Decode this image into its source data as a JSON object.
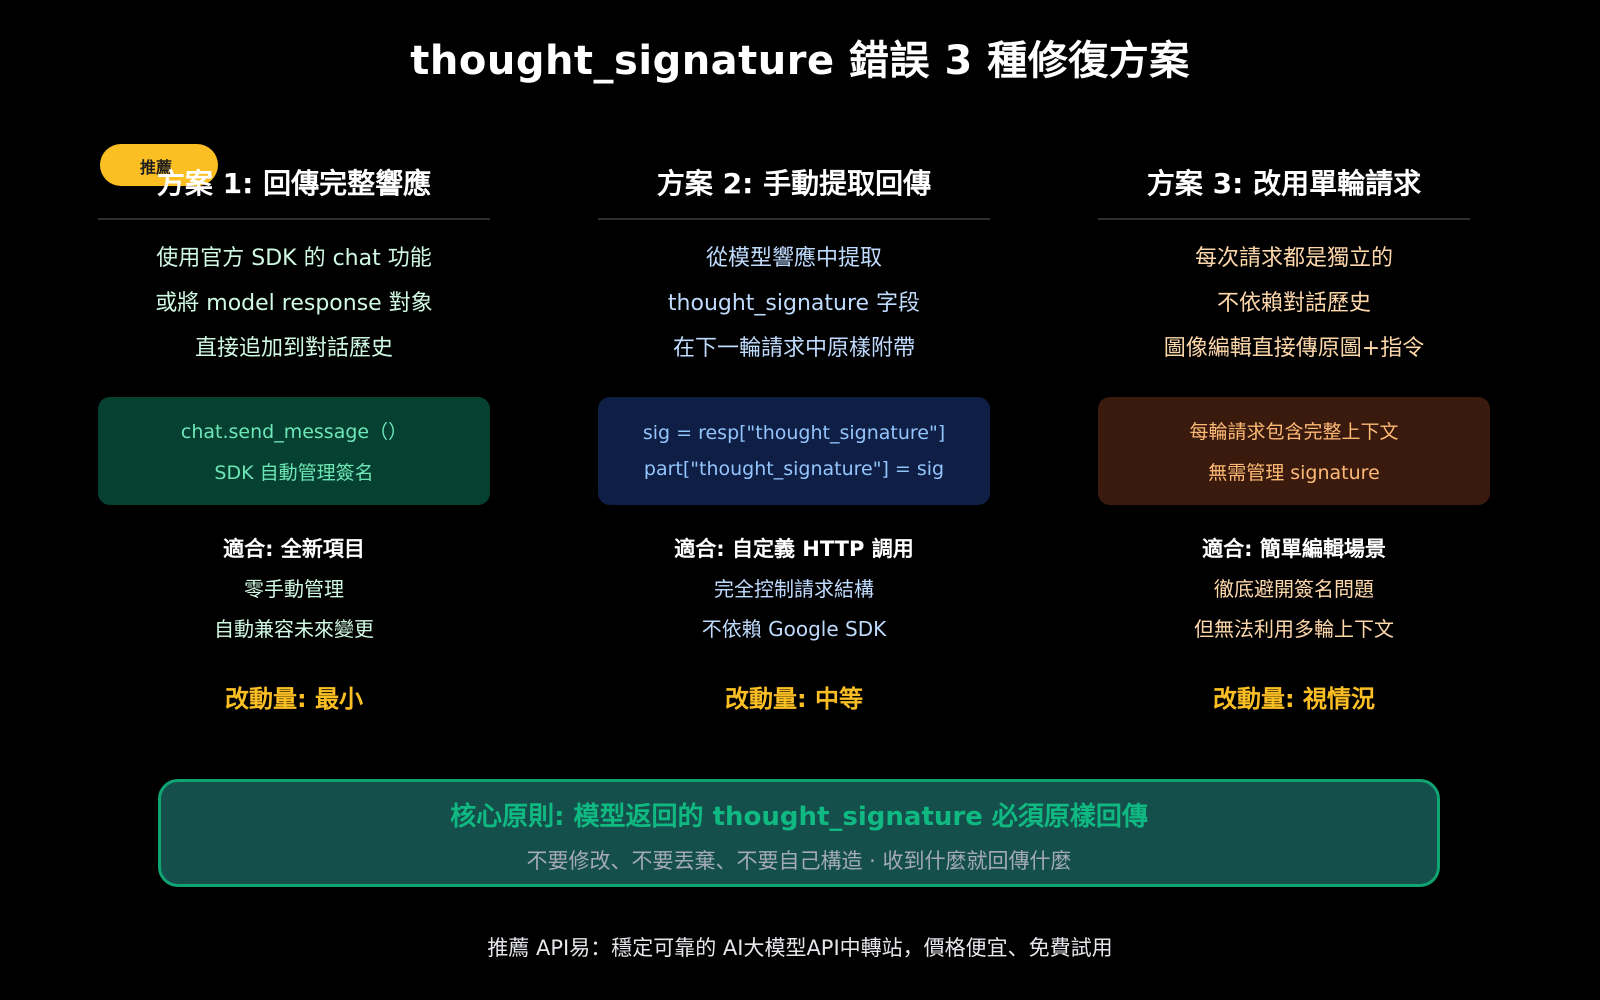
{
  "title": "thought_signature 錯誤 3 種修復方案",
  "badge": "推薦",
  "columns": [
    {
      "heading": "方案 1: 回傳完整響應",
      "desc": [
        "使用官方 SDK 的 chat 功能",
        "或將 model response 對象",
        "直接追加到對話歷史"
      ],
      "box": [
        "chat.send_message（）",
        "SDK 自動管理簽名"
      ],
      "suit_title": "適合: 全新項目",
      "suit_items": [
        "零手動管理",
        "自動兼容未來變更"
      ],
      "effort": "改動量: 最小"
    },
    {
      "heading": "方案 2: 手動提取回傳",
      "desc": [
        "從模型響應中提取",
        "thought_signature 字段",
        "在下一輪請求中原樣附帶"
      ],
      "box": [
        "sig = resp[\"thought_signature\"]",
        "part[\"thought_signature\"] = sig"
      ],
      "suit_title": "適合: 自定義 HTTP 調用",
      "suit_items": [
        "完全控制請求結構",
        "不依賴 Google SDK"
      ],
      "effort": "改動量: 中等"
    },
    {
      "heading": "方案 3: 改用單輪請求",
      "desc": [
        "每次請求都是獨立的",
        "不依賴對話歷史",
        "圖像編輯直接傳原圖+指令"
      ],
      "box": [
        "每輪請求包含完整上下文",
        "無需管理 signature"
      ],
      "suit_title": "適合: 簡單編輯場景",
      "suit_items": [
        "徹底避開簽名問題",
        "但無法利用多輪上下文"
      ],
      "effort": "改動量: 視情況"
    }
  ],
  "core": {
    "title": "核心原則: 模型返回的 thought_signature 必須原樣回傳",
    "subtitle": "不要修改、不要丟棄、不要自己構造 · 收到什麼就回傳什麼"
  },
  "footer": "推薦 API易：穩定可靠的 AI大模型API中轉站，價格便宜、免費試用",
  "colors": {
    "accent": "#fbbf24",
    "col1_text": "#d1fae5",
    "col1_box": "#064030",
    "col1_box_text": "#6ee7b7",
    "col2_text": "#bfdbfe",
    "col2_box": "#0f1e45",
    "col2_box_text": "#93c5fd",
    "col3_text": "#fed7aa",
    "col3_box": "#3b1a0e",
    "col3_box_text": "#fdba74",
    "core_border": "#10a472",
    "core_title": "#10b981"
  }
}
